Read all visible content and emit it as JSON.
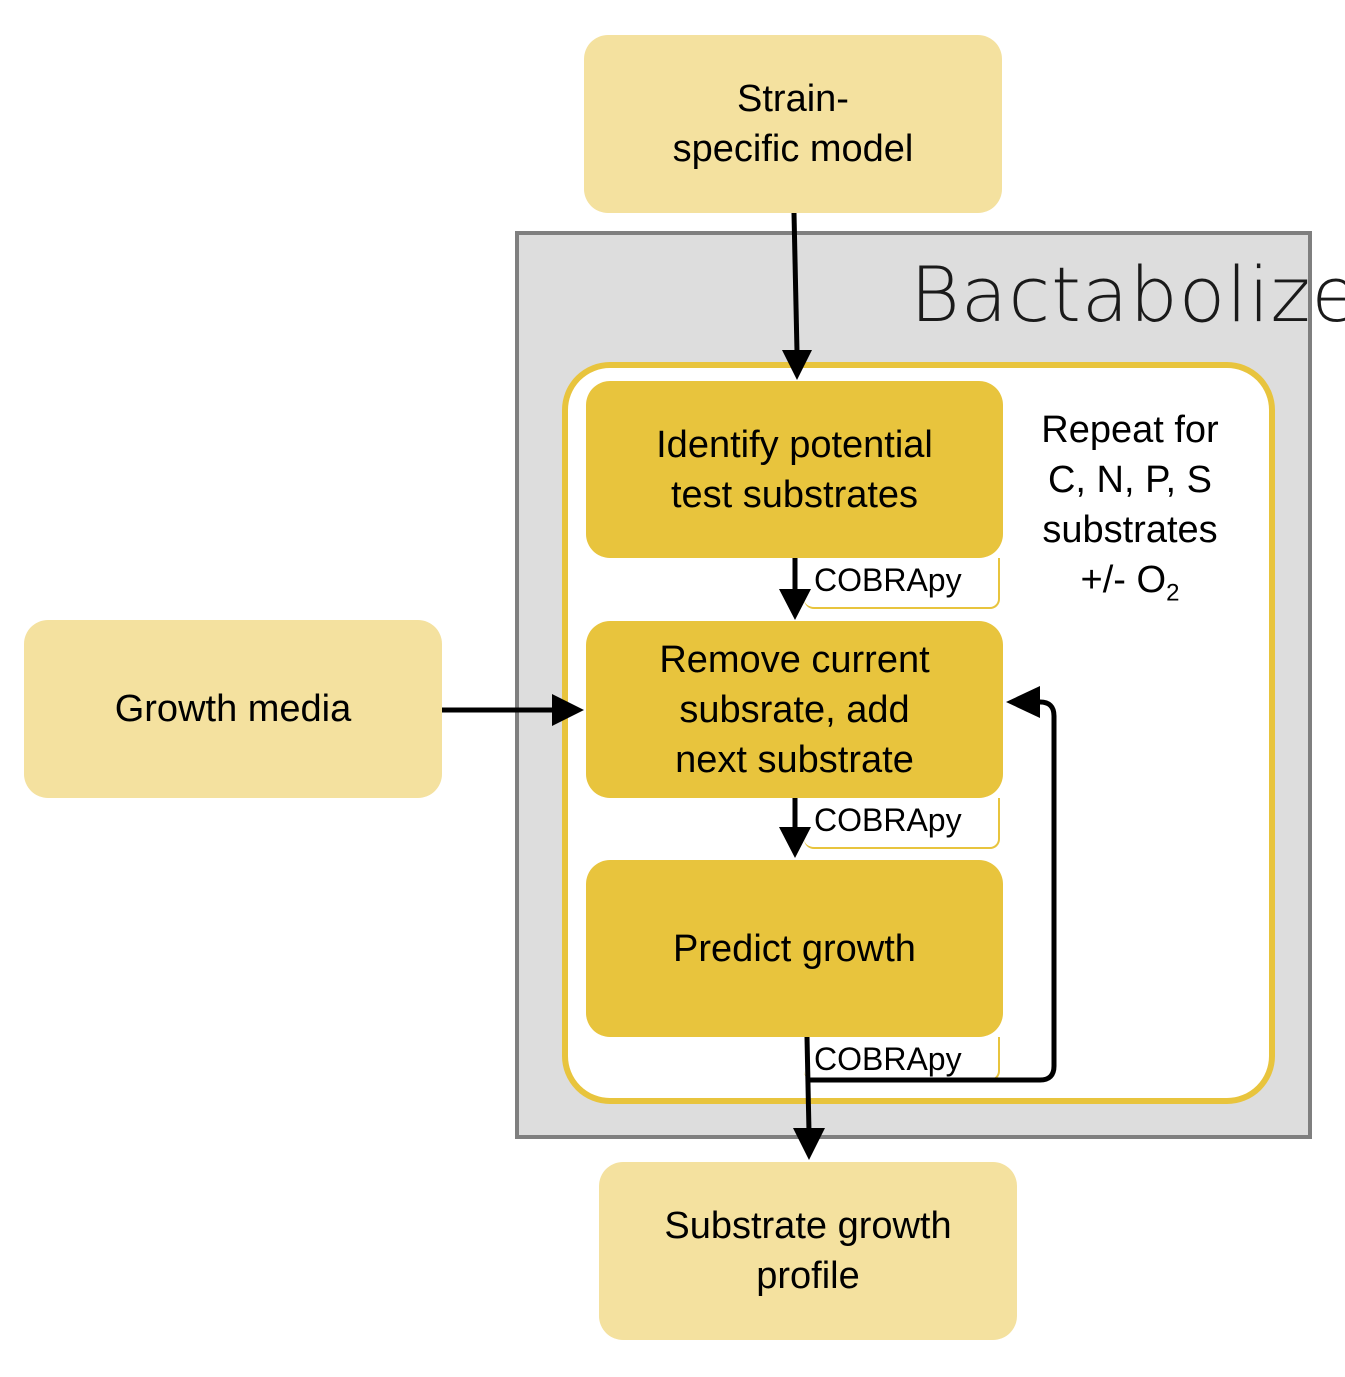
{
  "nodes": {
    "strain_model": "Strain-\nspecific model",
    "identify": "Identify potential\ntest substrates",
    "remove": "Remove current\nsubsrate, add\nnext substrate",
    "predict": "Predict growth",
    "growth_media": "Growth media",
    "output": "Substrate growth\nprofile"
  },
  "container_title": "Bactabolize",
  "repeat_note": {
    "text": "Repeat for\nC, N, P, S\nsubstrates\n+/- O",
    "subscript": "2"
  },
  "tool_labels": [
    "COBRApy",
    "COBRApy",
    "COBRApy"
  ],
  "colors": {
    "light_box": "#f4e19f",
    "dark_box": "#e8c43d",
    "container": "#dddddd",
    "container_border": "#7f7f7f"
  }
}
